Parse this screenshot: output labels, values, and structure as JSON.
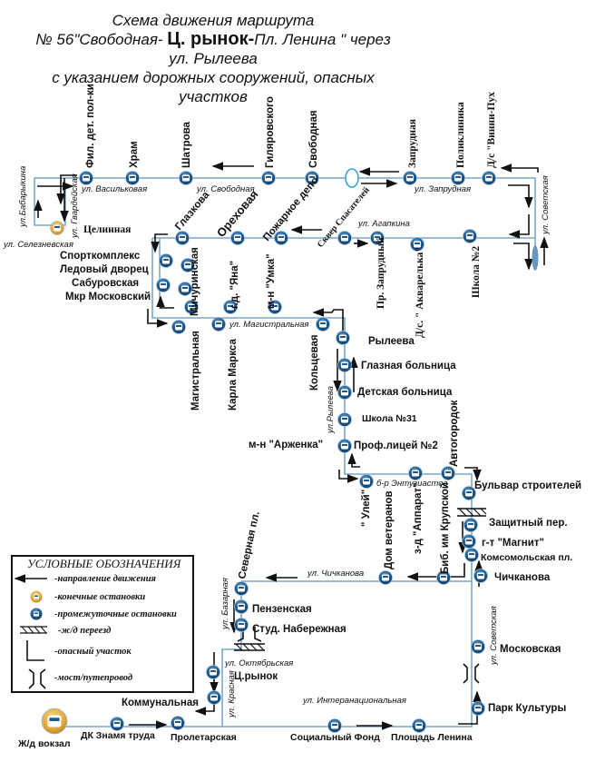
{
  "title": {
    "line1": "Схема движения маршрута",
    "line2_a": "№ 56\"Свободная- ",
    "line2_b": "Ц. рынок-",
    "line2_c": "Пл. Ленина \" через",
    "line3": "ул. Рылеева",
    "line4": "с указанием дорожных сооружений, опасных",
    "line5": "участков"
  },
  "colors": {
    "road": "#7aa6cc",
    "stop_intermediate": "#1f5a8c",
    "stop_terminal": "#e0a83a",
    "arrow": "#111111"
  },
  "streets": {
    "vasilkovaya": "ул. Васильковая",
    "svobodnaya": "ул. Свободная",
    "zaprudnaya": "ул. Запрудная",
    "agapkina": "ул. Агапкина",
    "sovetskaya_top": "ул. Советская",
    "babarykina": "ул.Бабарыкина",
    "gvardeyskaya": "ул. Гвардейская",
    "seleznevskaya": "ул. Селезневская",
    "magistralnaya": "ул. Магистральная",
    "ryleeva": "ул.Рылеева",
    "entuziastov": "б-р Энтузиастов",
    "chichkanova": "ул. Чичканова",
    "bazarnaya": "ул. Базарная",
    "oktyabrskaya": "ул. Октябрьская",
    "krasnaya": "ул. Красная",
    "internatsionalnaya": "ул. Интеранациональная",
    "sovetskaya_bottom": "ул. Советская"
  },
  "stops": {
    "fil_det_pol": "Фил. дет. пол-ки",
    "hram": "Храм",
    "shatrova": "Шатрова",
    "gilyarovskogo": "Гиляровского",
    "svobodnaya": "Свободная",
    "zaprudnaya": "Запрудная",
    "poliklinika": "Поликлиника",
    "ds_vinni": "Д/с \"Винни-Пух",
    "tselinnaya": "Целинная",
    "glazkova": "Глазкова",
    "orehovaya": "Ореховая",
    "pozharnoe_depo": "Пожарное депо",
    "skver_spasateley": "Сквер Спасателей",
    "pr_zaprudny": "Пр. Запрудный",
    "ds_akvarelka": "Д/с. \" Акварелька\"",
    "shkola2": "Школа №2",
    "sportkompleks": "Спорткомплекс",
    "ledovy_dvorets": "Ледовый дворец",
    "saburovskaya": "Сабуровская",
    "mkr_moskovsky": "Мкр Московский",
    "michurinskaya": "Мичуринская",
    "gd_yana": "г.д. \"Яна\"",
    "mn_umka": "м-н \"Умка\"",
    "magistralnaya": "Магистральная",
    "karla_marksa": "Карла Маркса",
    "koltsevaya": "Кольцевая",
    "ryleeva": "Рылеева",
    "glaznaya": "Глазная больница",
    "detskaya": "Детская больница",
    "shkola31": "Школа №31",
    "arzhenka": "м-н \"Арженка\"",
    "proflitsey2": "Проф.лицей №2",
    "avtogorodok": "Автогородок",
    "uley": "\" Улей\"",
    "zd_apparat": "з-д \"Аппарат\"",
    "bib_krupskoy": "Биб. им Крупской",
    "dom_veteranov": "Дом ветеранов",
    "bulvar_stroiteley": "Бульвар строителей",
    "zashchitny": "Защитный пер.",
    "magnit": "г-т \"Магнит\"",
    "komsomolskaya": "Комсомольская пл.",
    "chichkanova": "Чичканова",
    "severnaya": "Северная пл.",
    "penzenskaya": "Пензенская",
    "stud_naberezhnaya": "Студ. Набережная",
    "ts_rynok": "Ц.рынок",
    "moskovskaya": "Московская",
    "kommunalnaya": "Коммунальная",
    "park_kultury": "Парк Культуры",
    "zhd_vokzal": "Ж/д вокзал",
    "dk_znamya": "ДК Знамя труда",
    "proletarskaya": "Пролетарская",
    "sotsialny_fond": "Социальный Фонд",
    "ploshchad_lenina": "Площадь Ленина"
  },
  "legend": {
    "title": "УСЛОВНЫЕ ОБОЗНАЧЕНИЯ",
    "items": [
      {
        "icon": "arrow-left-icon",
        "label": "-направление движения"
      },
      {
        "icon": "terminal-stop-icon",
        "label": "-конечные остановки"
      },
      {
        "icon": "intermediate-stop-icon",
        "label": "-промежуточные остановки"
      },
      {
        "icon": "railway-crossing-icon",
        "label": "-ж/д переезд"
      },
      {
        "icon": "danger-zone-icon",
        "label": "-опасный участок"
      },
      {
        "icon": "bridge-icon",
        "label": "-мост/путепровод"
      }
    ]
  }
}
